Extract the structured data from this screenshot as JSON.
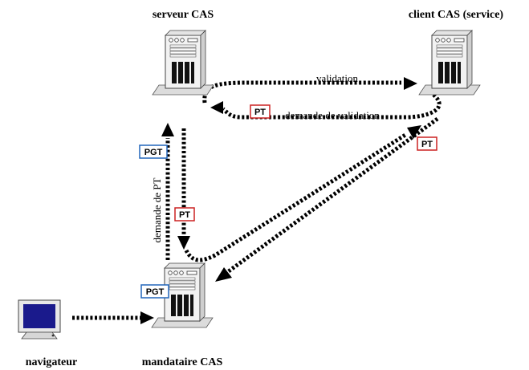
{
  "nodes": {
    "server": {
      "label": "serveur CAS"
    },
    "client": {
      "label": "client CAS (service)"
    },
    "proxy": {
      "label": "mandataire CAS"
    },
    "browser": {
      "label": "navigateur"
    }
  },
  "edges": {
    "validation": {
      "label": "validation"
    },
    "validation_request": {
      "label": "demande de validation"
    },
    "pt_request": {
      "label": "demande de PT"
    }
  },
  "tokens": {
    "pt": "PT",
    "pgt": "PGT"
  },
  "colors": {
    "pt_border": "#cc2222",
    "pgt_border": "#2266bb",
    "arrow": "#000000",
    "tower_body": "#f2f2f2",
    "tower_base": "#dcdcdc",
    "monitor_screen": "#1a1a8c"
  }
}
